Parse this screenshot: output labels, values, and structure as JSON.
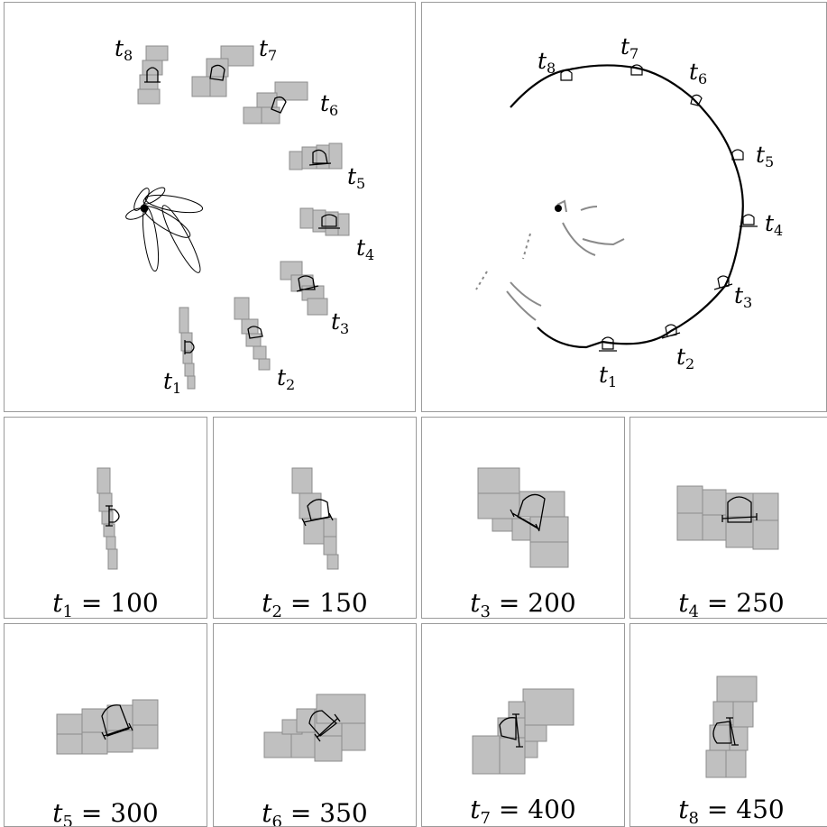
{
  "overview_labels": [
    {
      "sym": "t",
      "sub": "1"
    },
    {
      "sym": "t",
      "sub": "2"
    },
    {
      "sym": "t",
      "sub": "3"
    },
    {
      "sym": "t",
      "sub": "4"
    },
    {
      "sym": "t",
      "sub": "5"
    },
    {
      "sym": "t",
      "sub": "6"
    },
    {
      "sym": "t",
      "sub": "7"
    },
    {
      "sym": "t",
      "sub": "8"
    }
  ],
  "snapshots": [
    {
      "sym": "t",
      "sub": "1",
      "eq": "=",
      "value": "100"
    },
    {
      "sym": "t",
      "sub": "2",
      "eq": "=",
      "value": "150"
    },
    {
      "sym": "t",
      "sub": "3",
      "eq": "=",
      "value": "200"
    },
    {
      "sym": "t",
      "sub": "4",
      "eq": "=",
      "value": "250"
    },
    {
      "sym": "t",
      "sub": "5",
      "eq": "=",
      "value": "300"
    },
    {
      "sym": "t",
      "sub": "6",
      "eq": "=",
      "value": "350"
    },
    {
      "sym": "t",
      "sub": "7",
      "eq": "=",
      "value": "400"
    },
    {
      "sym": "t",
      "sub": "8",
      "eq": "=",
      "value": "450"
    }
  ]
}
